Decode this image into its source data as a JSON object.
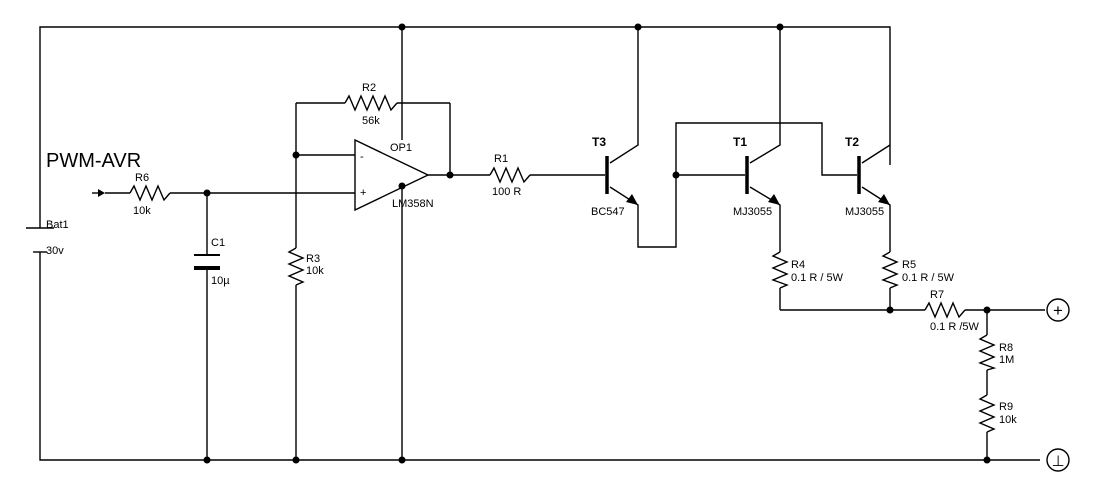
{
  "title": "PWM-AVR",
  "components": {
    "bat1": {
      "name": "Bat1",
      "value": "30v"
    },
    "r6": {
      "name": "R6",
      "value": "10k"
    },
    "c1": {
      "name": "C1",
      "value": "10µ"
    },
    "r2": {
      "name": "R2",
      "value": "56k"
    },
    "r3": {
      "name": "R3",
      "value": "10k"
    },
    "op1": {
      "name": "OP1",
      "part": "LM358N",
      "minus": "-",
      "plus": "+"
    },
    "r1": {
      "name": "R1",
      "value": "100 R"
    },
    "t3": {
      "name": "T3",
      "part": "BC547"
    },
    "t1": {
      "name": "T1",
      "part": "MJ3055"
    },
    "t2": {
      "name": "T2",
      "part": "MJ3055"
    },
    "r4": {
      "name": "R4",
      "value": "0.1 R / 5W"
    },
    "r5": {
      "name": "R5",
      "value": "0.1 R / 5W"
    },
    "r7": {
      "name": "R7",
      "value": "0.1 R /5W"
    },
    "r8": {
      "name": "R8",
      "value": "1M"
    },
    "r9": {
      "name": "R9",
      "value": "10k"
    }
  },
  "terminals": {
    "positive_symbol": "+",
    "ground_symbol": "⊥"
  }
}
